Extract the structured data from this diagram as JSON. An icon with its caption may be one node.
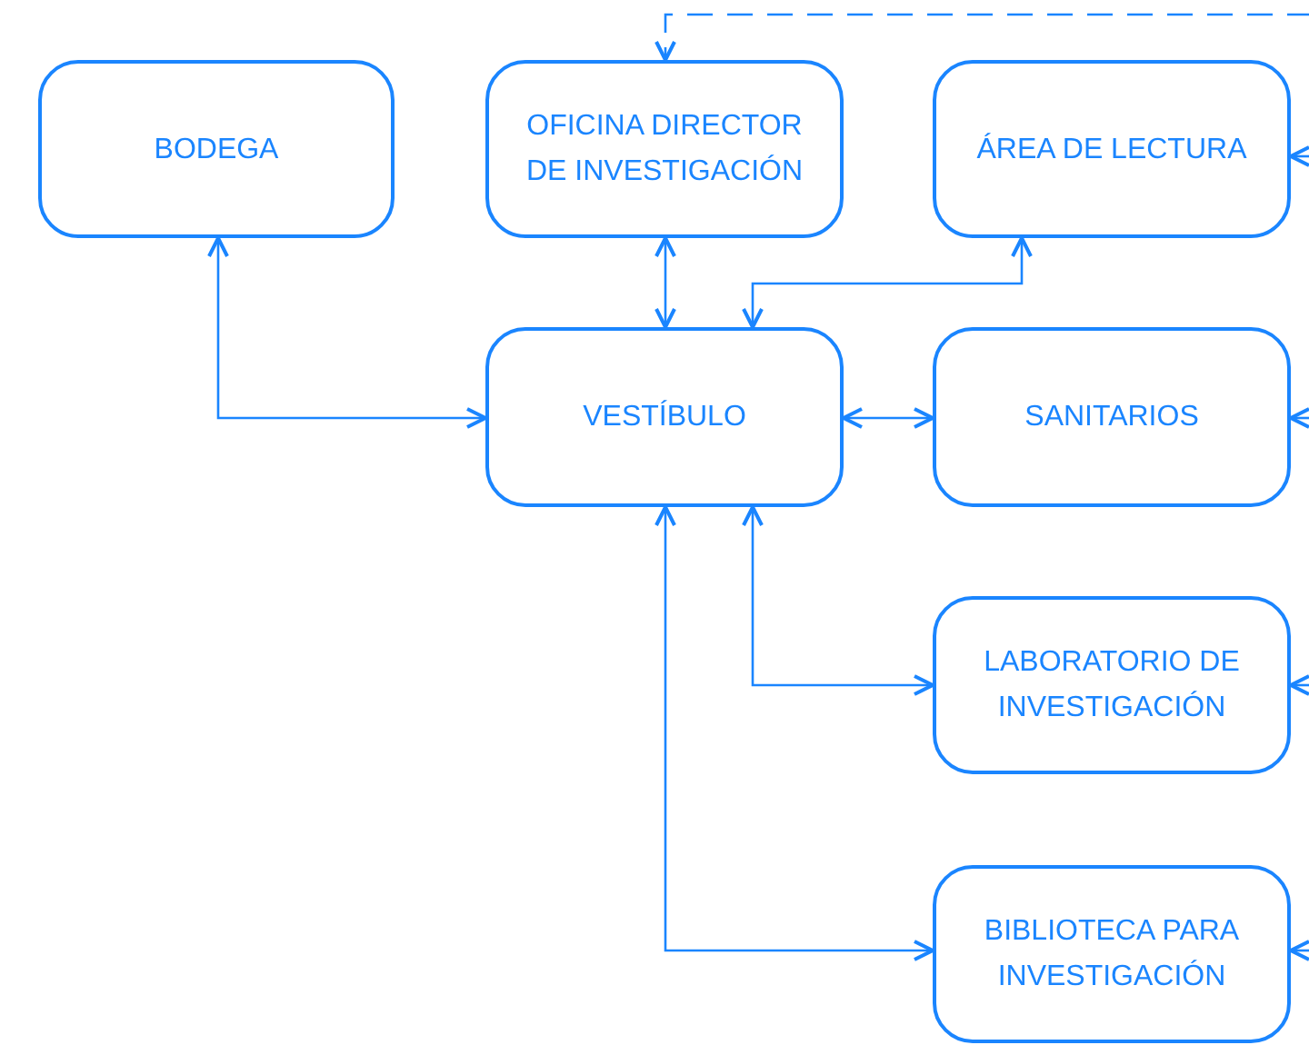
{
  "diagram": {
    "nodes": [
      {
        "text": [
          "BODEGA"
        ]
      },
      {
        "text": [
          "OFICINA DIRECTOR DE INVESTIGACIÓN"
        ]
      },
      {
        "text": [
          "ÁREA DE LECTURA"
        ]
      },
      {
        "text": [
          "VESTÍBULO"
        ]
      },
      {
        "text": [
          "SANITARIOS"
        ]
      },
      {
        "text": [
          "LABORATORIO DE INVESTIGACIÓN"
        ]
      },
      {
        "text": [
          "BIBLIOTECA PARA INVESTIGACIÓN"
        ]
      }
    ],
    "edges": [
      {
        "from": 0,
        "to": 3,
        "arrow": "both"
      },
      {
        "from": 1,
        "to": 3,
        "arrow": "both"
      },
      {
        "from": 2,
        "to": 3,
        "arrow": "both"
      },
      {
        "from": 3,
        "to": 4,
        "arrow": "both"
      },
      {
        "from": 3,
        "to": 5,
        "arrow": "both"
      },
      {
        "from": 3,
        "to": 6,
        "arrow": "both"
      },
      {
        "from": null,
        "to": 1,
        "arrow": "to",
        "style": "dashed"
      },
      {
        "from": null,
        "to": 2,
        "arrow": "to"
      },
      {
        "from": null,
        "to": 4,
        "arrow": "to"
      },
      {
        "from": null,
        "to": 5,
        "arrow": "to"
      },
      {
        "from": null,
        "to": 6,
        "arrow": "to"
      }
    ]
  }
}
